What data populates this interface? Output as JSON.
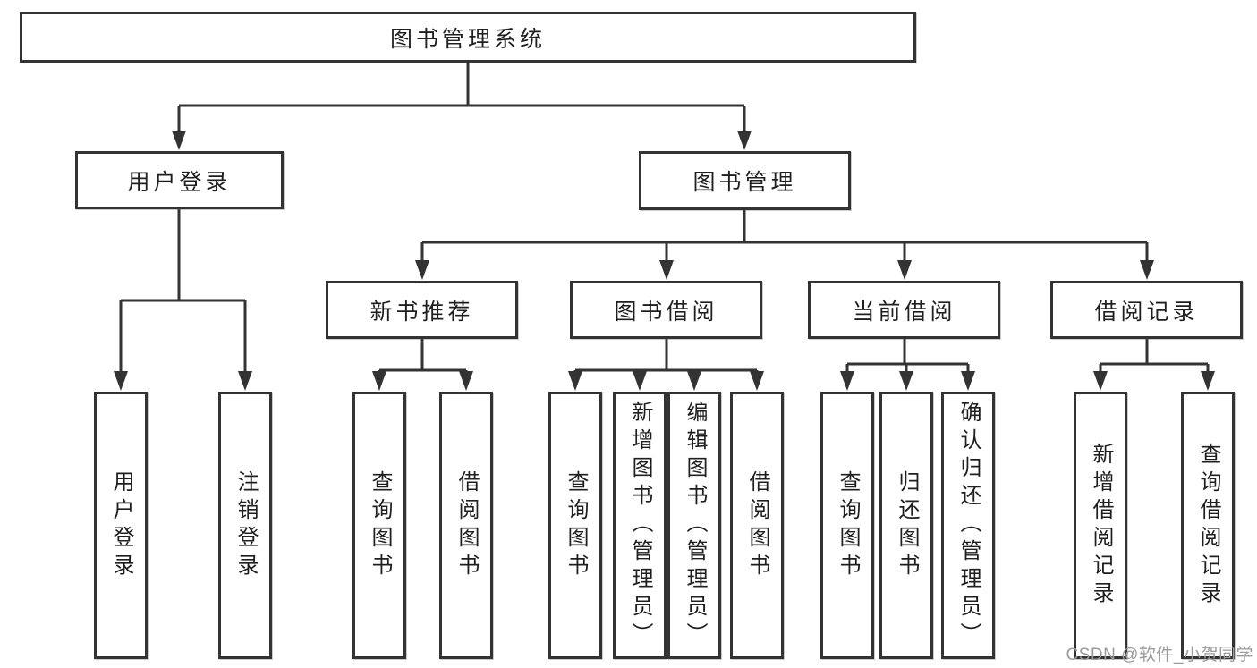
{
  "diagram": {
    "root": {
      "label": "图书管理系统"
    },
    "level2": [
      {
        "label": "用户登录"
      },
      {
        "label": "图书管理"
      }
    ],
    "level3": [
      {
        "label": "新书推荐"
      },
      {
        "label": "图书借阅"
      },
      {
        "label": "当前借阅"
      },
      {
        "label": "借阅记录"
      }
    ],
    "leaves": {
      "user_login": [
        "用户登录",
        "注销登录"
      ],
      "new_book_recommend": [
        "查询图书",
        "借阅图书"
      ],
      "book_borrow": [
        "查询图书",
        "新增图书（管理员）",
        "编辑图书（管理员）",
        "借阅图书"
      ],
      "current_borrow": [
        "查询图书",
        "归还图书",
        "确认归还（管理员）"
      ],
      "borrow_record": [
        "新增借阅记录",
        "查询借阅记录"
      ]
    }
  },
  "watermark": "CSDN @软件_小贺同学",
  "colors": {
    "line": "#333333",
    "text": "#1f1f1f",
    "box_background": "#ffffff",
    "watermark": "#9b9b9b",
    "page_background": "#ffffff"
  }
}
